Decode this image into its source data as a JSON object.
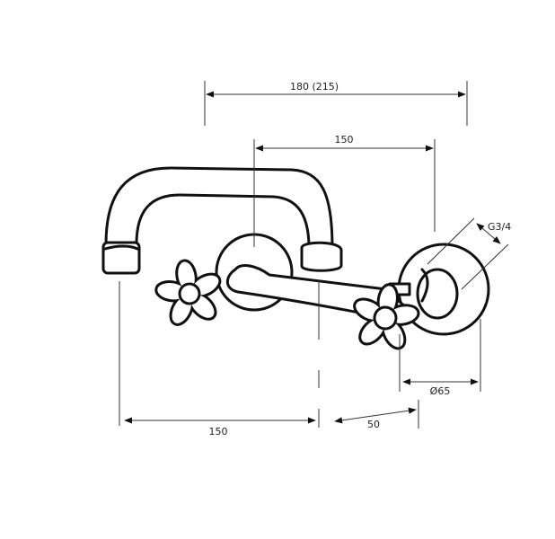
{
  "title": "Wall-mounted faucet dimension drawing",
  "dimensions": {
    "overall_width": "180 (215)",
    "spout_reach": "150",
    "center_distance": "150",
    "wall_offset": "50",
    "flange_diameter": "Ø65",
    "thread": "G3/4"
  },
  "colors": {
    "line": "#111111",
    "background": "#ffffff"
  }
}
